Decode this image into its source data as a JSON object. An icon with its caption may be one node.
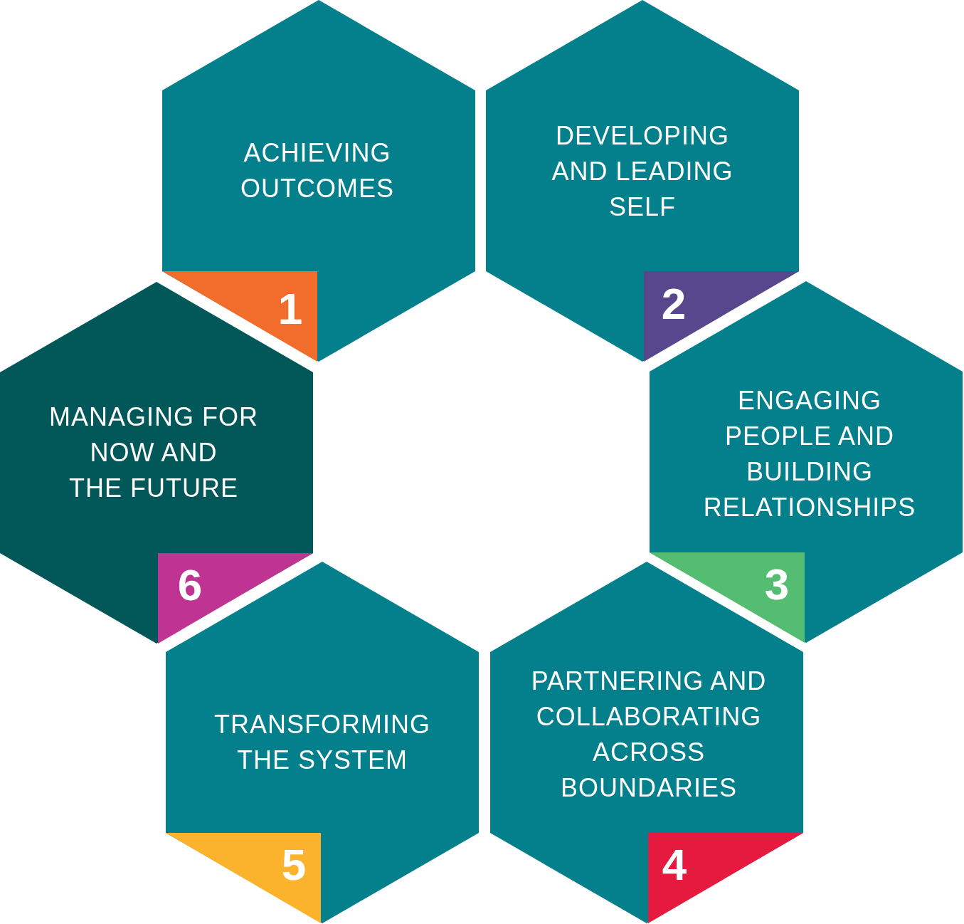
{
  "diagram": {
    "nodes": [
      {
        "text": [
          "ACHIEVING OUTCOMES"
        ]
      },
      {
        "text": [
          "1"
        ],
        "in": 0
      },
      {
        "text": [
          "DEVELOPING AND LEADING SELF"
        ]
      },
      {
        "text": [
          "2"
        ],
        "in": 2
      },
      {
        "text": [
          "ENGAGING PEOPLE AND BUILDING RELATIONSHIPS"
        ]
      },
      {
        "text": [
          "3"
        ],
        "in": 4
      },
      {
        "text": [
          "PARTNERING AND COLLABORATING ACROSS BOUNDARIES"
        ]
      },
      {
        "text": [
          "4"
        ],
        "in": 6
      },
      {
        "text": [
          "TRANSFORMING THE SYSTEM"
        ]
      },
      {
        "text": [
          "5"
        ],
        "in": 8
      },
      {
        "text": [
          "MANAGING FOR NOW AND THE FUTURE"
        ]
      },
      {
        "text": [
          "6"
        ],
        "in": 10
      }
    ]
  }
}
